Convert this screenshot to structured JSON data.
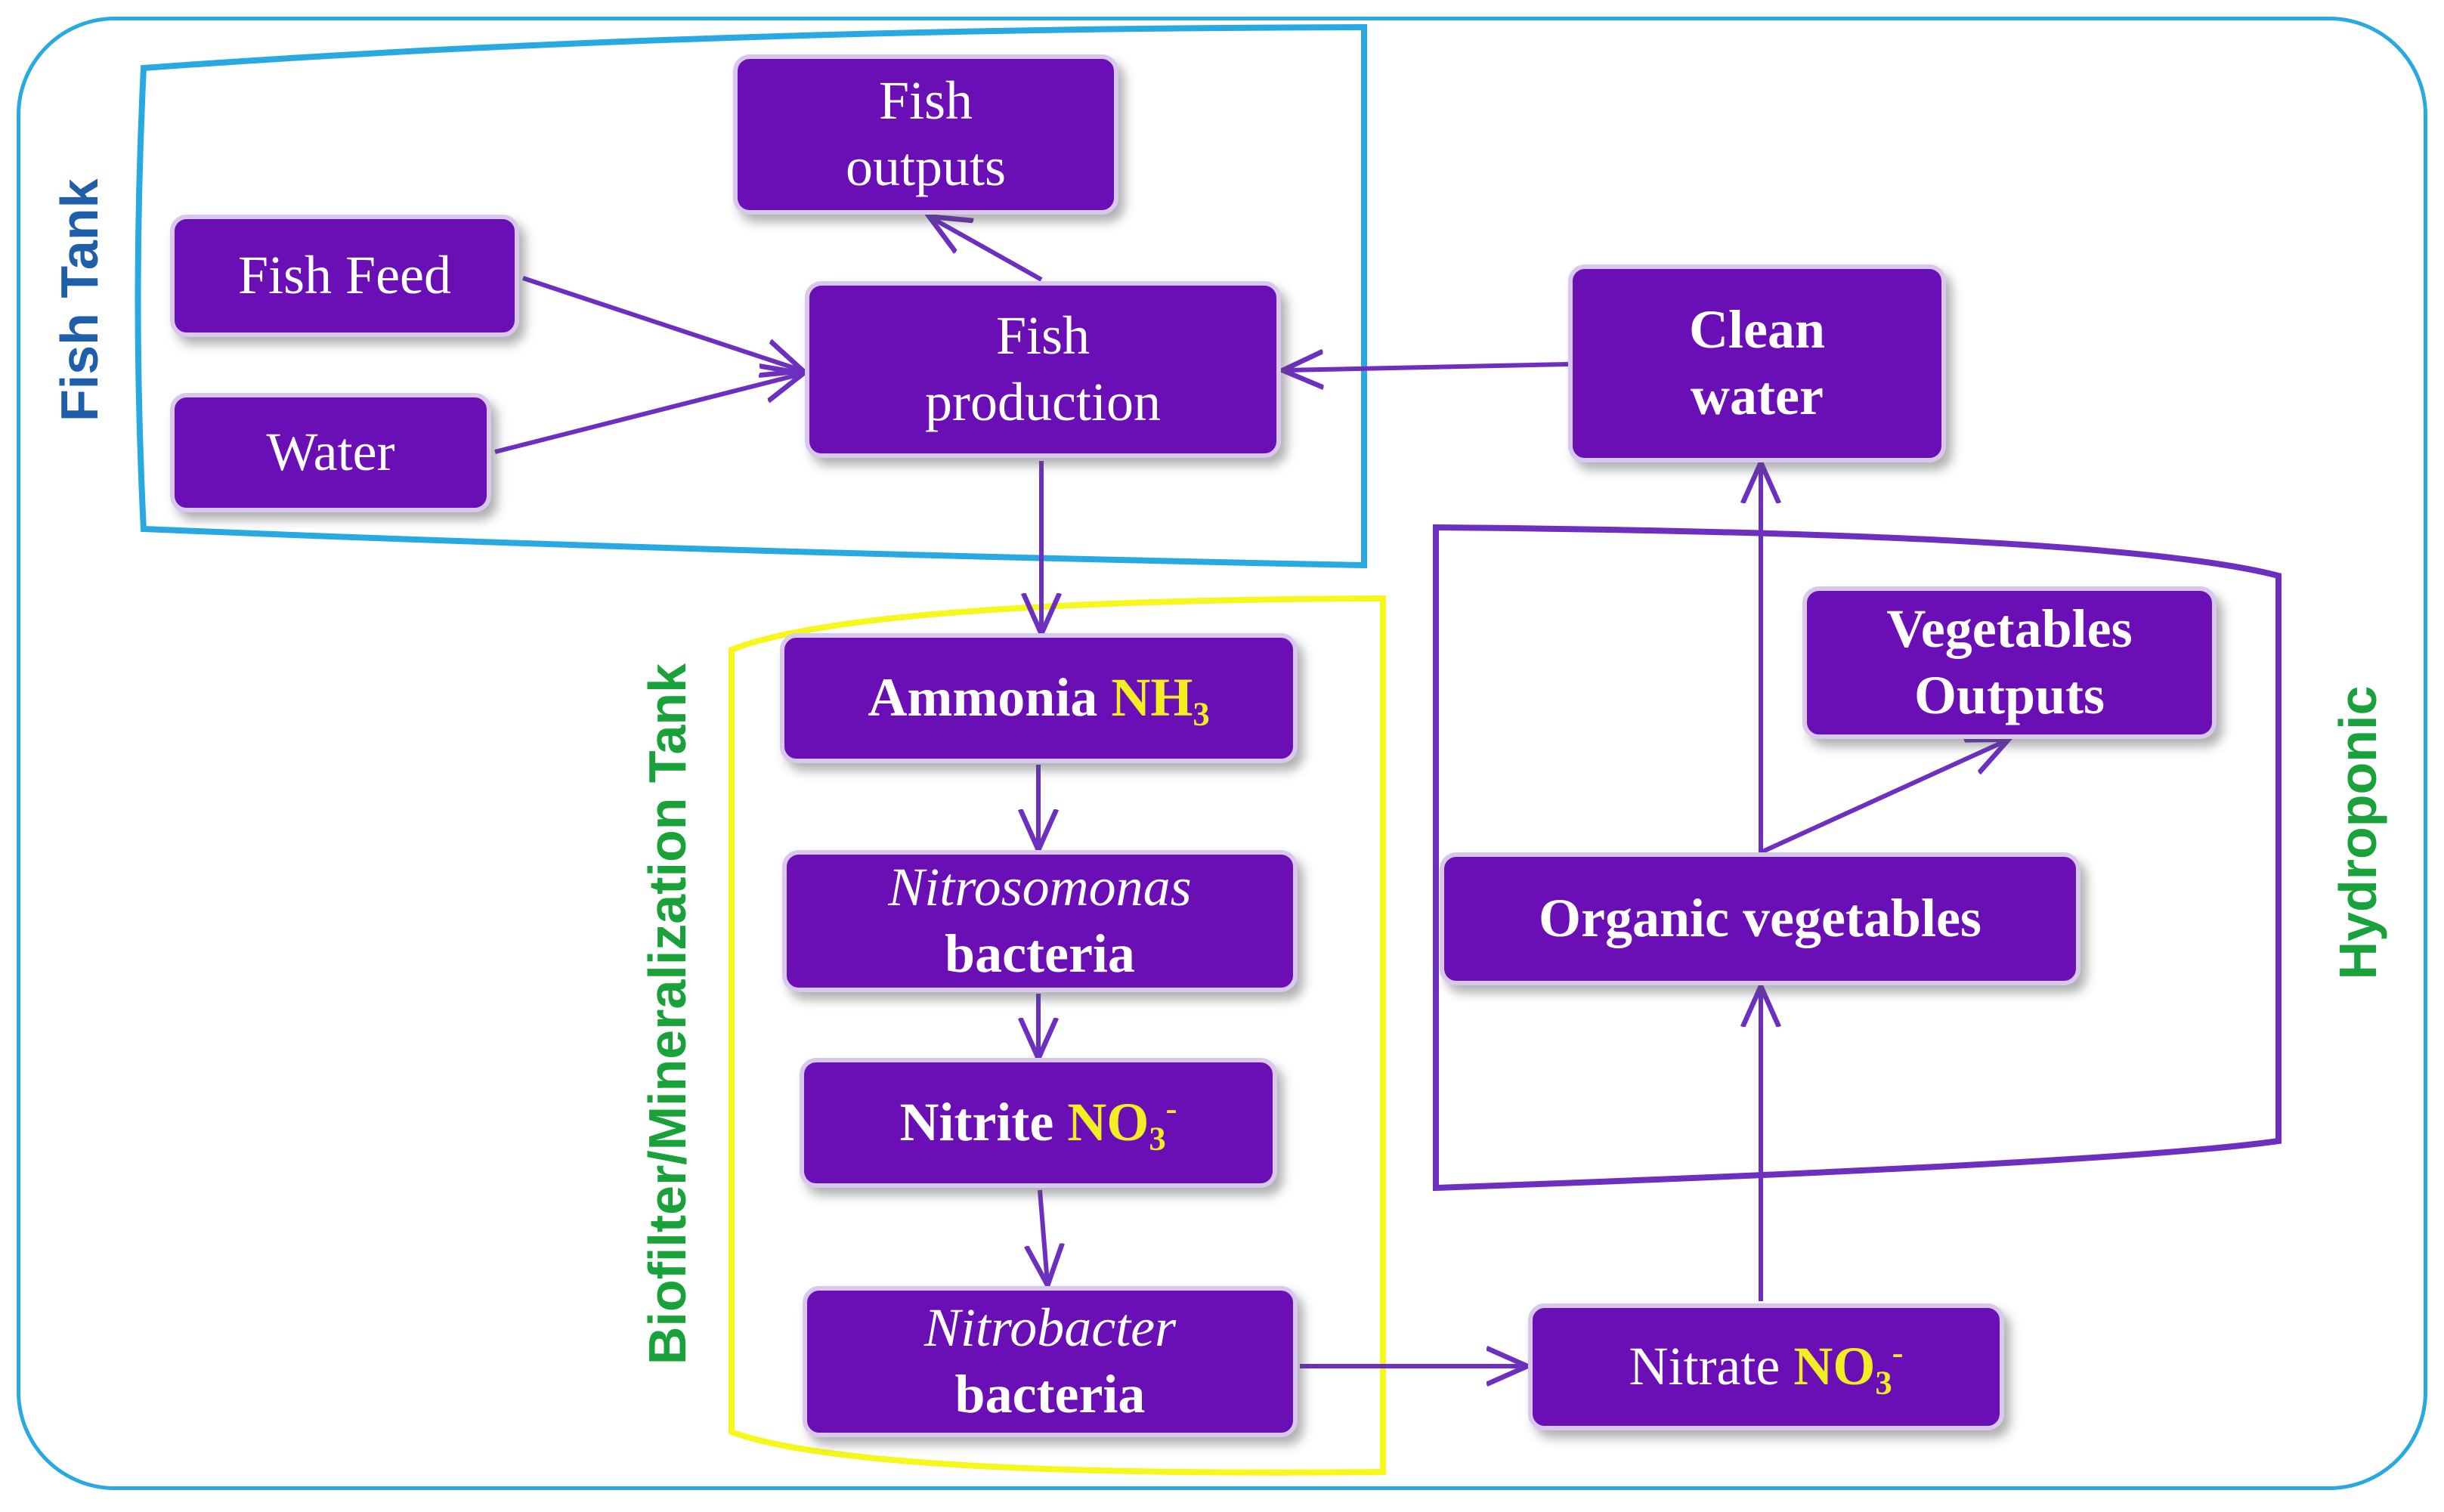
{
  "colors": {
    "box_fill": "#6a0fb5",
    "box_text": "#ffffff",
    "chem_formula": "#f3ee22",
    "arrow": "#6c2fc0",
    "frame_border": "#29a9e1",
    "fish_tank_border": "#29a9e1",
    "biofilter_border": "#f7f71e",
    "hydroponic_border": "#6c2fc0",
    "fish_tank_label": "#1f5ea8",
    "biofilter_label": "#1aa23a",
    "hydroponic_label": "#1aa23a"
  },
  "labels": {
    "fish_tank": "Fish Tank",
    "biofilter": "Biofilter/Mineralization Tank",
    "hydroponic": "Hydroponic"
  },
  "nodes": {
    "fish_outputs": {
      "line1": "Fish",
      "line2": "outputs"
    },
    "fish_feed": {
      "text": "Fish Feed"
    },
    "water": {
      "text": "Water"
    },
    "fish_production": {
      "line1": "Fish",
      "line2": "production"
    },
    "clean_water": {
      "line1": "Clean",
      "line2": "water"
    },
    "ammonia": {
      "text": "Ammonia",
      "formula": "NH",
      "formula_sub": "3"
    },
    "nitrosomonas": {
      "line1": "Nitrosomonas",
      "line2": "bacteria"
    },
    "nitrite": {
      "text": "Nitrite",
      "formula": "NO",
      "formula_sub": "3",
      "formula_sup": "-"
    },
    "nitrobacter": {
      "line1": "Nitrobacter",
      "line2": "bacteria"
    },
    "nitrate": {
      "text": "Nitrate",
      "formula": "NO",
      "formula_sub": "3",
      "formula_sup": "-"
    },
    "organic_vegetables": {
      "text": "Organic vegetables"
    },
    "vegetables_outputs": {
      "line1": "Vegetables",
      "line2": "Outputs"
    }
  },
  "edges": [
    {
      "from": "fish_feed",
      "to": "fish_production"
    },
    {
      "from": "water",
      "to": "fish_production"
    },
    {
      "from": "fish_production",
      "to": "fish_outputs"
    },
    {
      "from": "clean_water",
      "to": "fish_production"
    },
    {
      "from": "fish_production",
      "to": "ammonia"
    },
    {
      "from": "ammonia",
      "to": "nitrosomonas"
    },
    {
      "from": "nitrosomonas",
      "to": "nitrite"
    },
    {
      "from": "nitrite",
      "to": "nitrobacter"
    },
    {
      "from": "nitrobacter",
      "to": "nitrate"
    },
    {
      "from": "nitrate",
      "to": "organic_vegetables"
    },
    {
      "from": "organic_vegetables",
      "to": "vegetables_outputs"
    },
    {
      "from": "organic_vegetables",
      "to": "clean_water"
    }
  ]
}
